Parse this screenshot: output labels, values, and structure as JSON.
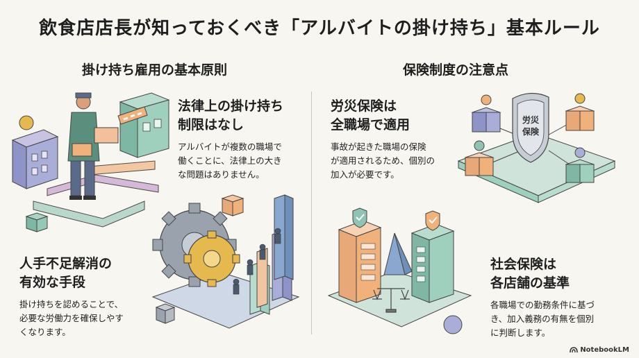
{
  "title": "飲食店店長が知っておくべき「アルバイトの掛け持ち」基本ルール",
  "left": {
    "heading": "掛け持ち雇用の基本原則",
    "legal": {
      "title_line1": "法律上の掛け持ち",
      "title_line2": "制限はなし",
      "body_line1": "アルバイトが複数の職場で",
      "body_line2": "働くことに、法律上の大き",
      "body_line3": "な問題はありません。"
    },
    "labor": {
      "title_line1": "人手不足解消の",
      "title_line2": "有効な手段",
      "body_line1": "掛け持ちを認めることで、",
      "body_line2": "必要な労働力を確保しやす",
      "body_line3": "くなります。"
    }
  },
  "right": {
    "heading": "保険制度の注意点",
    "workers_comp": {
      "title_line1": "労災保険は",
      "title_line2": "全職場で適用",
      "body_line1": "事故が起きた職場の保険",
      "body_line2": "が適用されるため、個別の",
      "body_line3": "加入が必要です。"
    },
    "social": {
      "title_line1": "社会保険は",
      "title_line2": "各店舗の基準",
      "body_line1": "各職場での勤務条件に基づ",
      "body_line2": "き、加入義務の有無を個別",
      "body_line3": "に判断します。"
    },
    "shield_line1": "労災",
    "shield_line2": "保険"
  },
  "brand": "NotebookLM",
  "colors": {
    "background": "#f7f6f1",
    "teal": "#8fc3b4",
    "lavender": "#a7a9cf",
    "orange": "#f0b27a",
    "blue": "#8aa8cf",
    "gold": "#e6b94e",
    "gray": "#9aa3ad"
  }
}
